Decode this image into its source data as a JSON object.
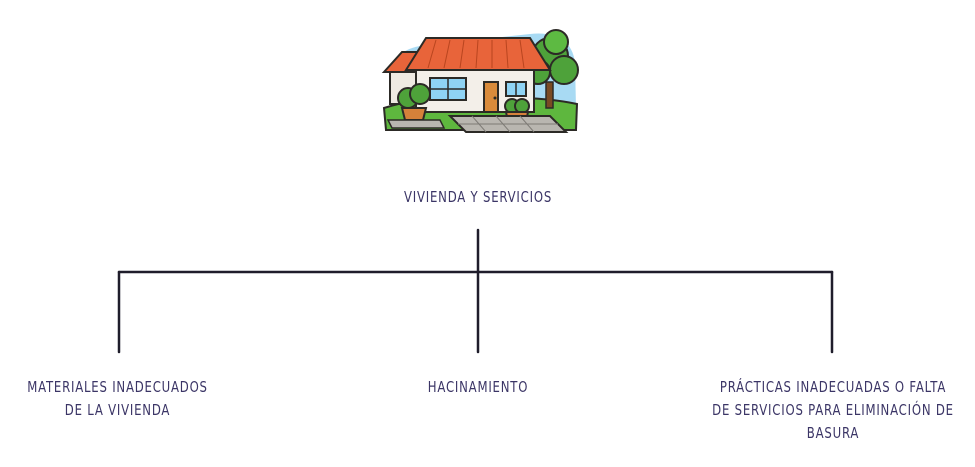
{
  "diagram": {
    "root": {
      "label": "VIVIENDA Y SERVICIOS",
      "icon": "house-illustration"
    },
    "children": [
      {
        "label": "MATERIALES INADECUADOS DE LA VIVIENDA"
      },
      {
        "label": "HACINAMIENTO"
      },
      {
        "label": "PRÁCTICAS INADECUADAS O FALTA DE SERVICIOS PARA ELIMINACIÓN DE BASURA"
      }
    ],
    "colors": {
      "text": "#3b3566",
      "lines": "#1f1d2b",
      "roof": "#e8643a",
      "walls": "#f3efe9",
      "grass": "#5bb33b",
      "sky": "#9fd6f2"
    }
  }
}
